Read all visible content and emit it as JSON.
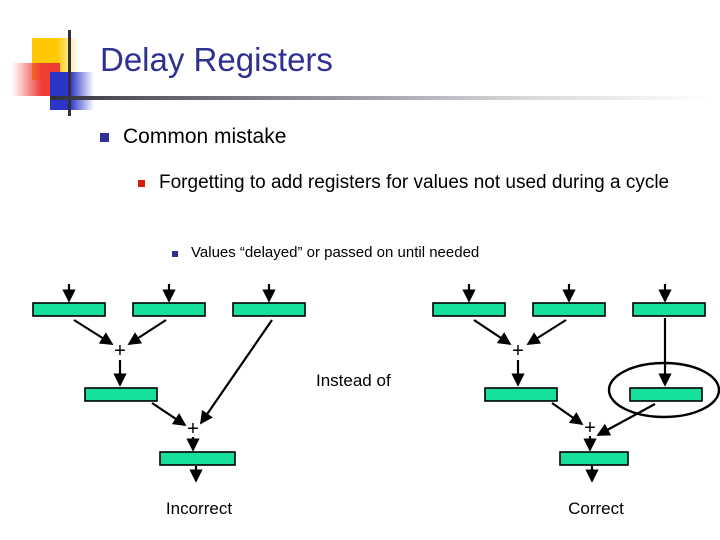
{
  "slide": {
    "title": "Delay Registers",
    "background_color": "#ffffff",
    "title_color": "#2E3192"
  },
  "logo": {
    "yellow": "#FFC800",
    "red": "#F03C35",
    "blue": "#2B35C8",
    "rule": "#2f2f3d"
  },
  "bullets": {
    "level1": {
      "marker": "square-bullet-navy",
      "text": "Common mistake",
      "color": "#2E3192"
    },
    "level2": {
      "marker": "square-bullet-red",
      "text": "Forgetting to add registers for values not used during a cycle",
      "color": "#D81E05"
    },
    "level3": {
      "marker": "square-bullet-navy",
      "text": "Values “delayed” or passed on until needed",
      "color": "#2E3192"
    }
  },
  "diagram": {
    "register_fill": "#17E09B",
    "register_stroke": "#000000",
    "instead_of_label": "Instead of",
    "left": {
      "caption": "Incorrect",
      "adder_symbol_1": "+",
      "adder_symbol_2": "+"
    },
    "right": {
      "caption": "Correct",
      "adder_symbol_1": "+",
      "adder_symbol_2": "+",
      "annotation": "hand-drawn-ellipse-highlight"
    }
  }
}
